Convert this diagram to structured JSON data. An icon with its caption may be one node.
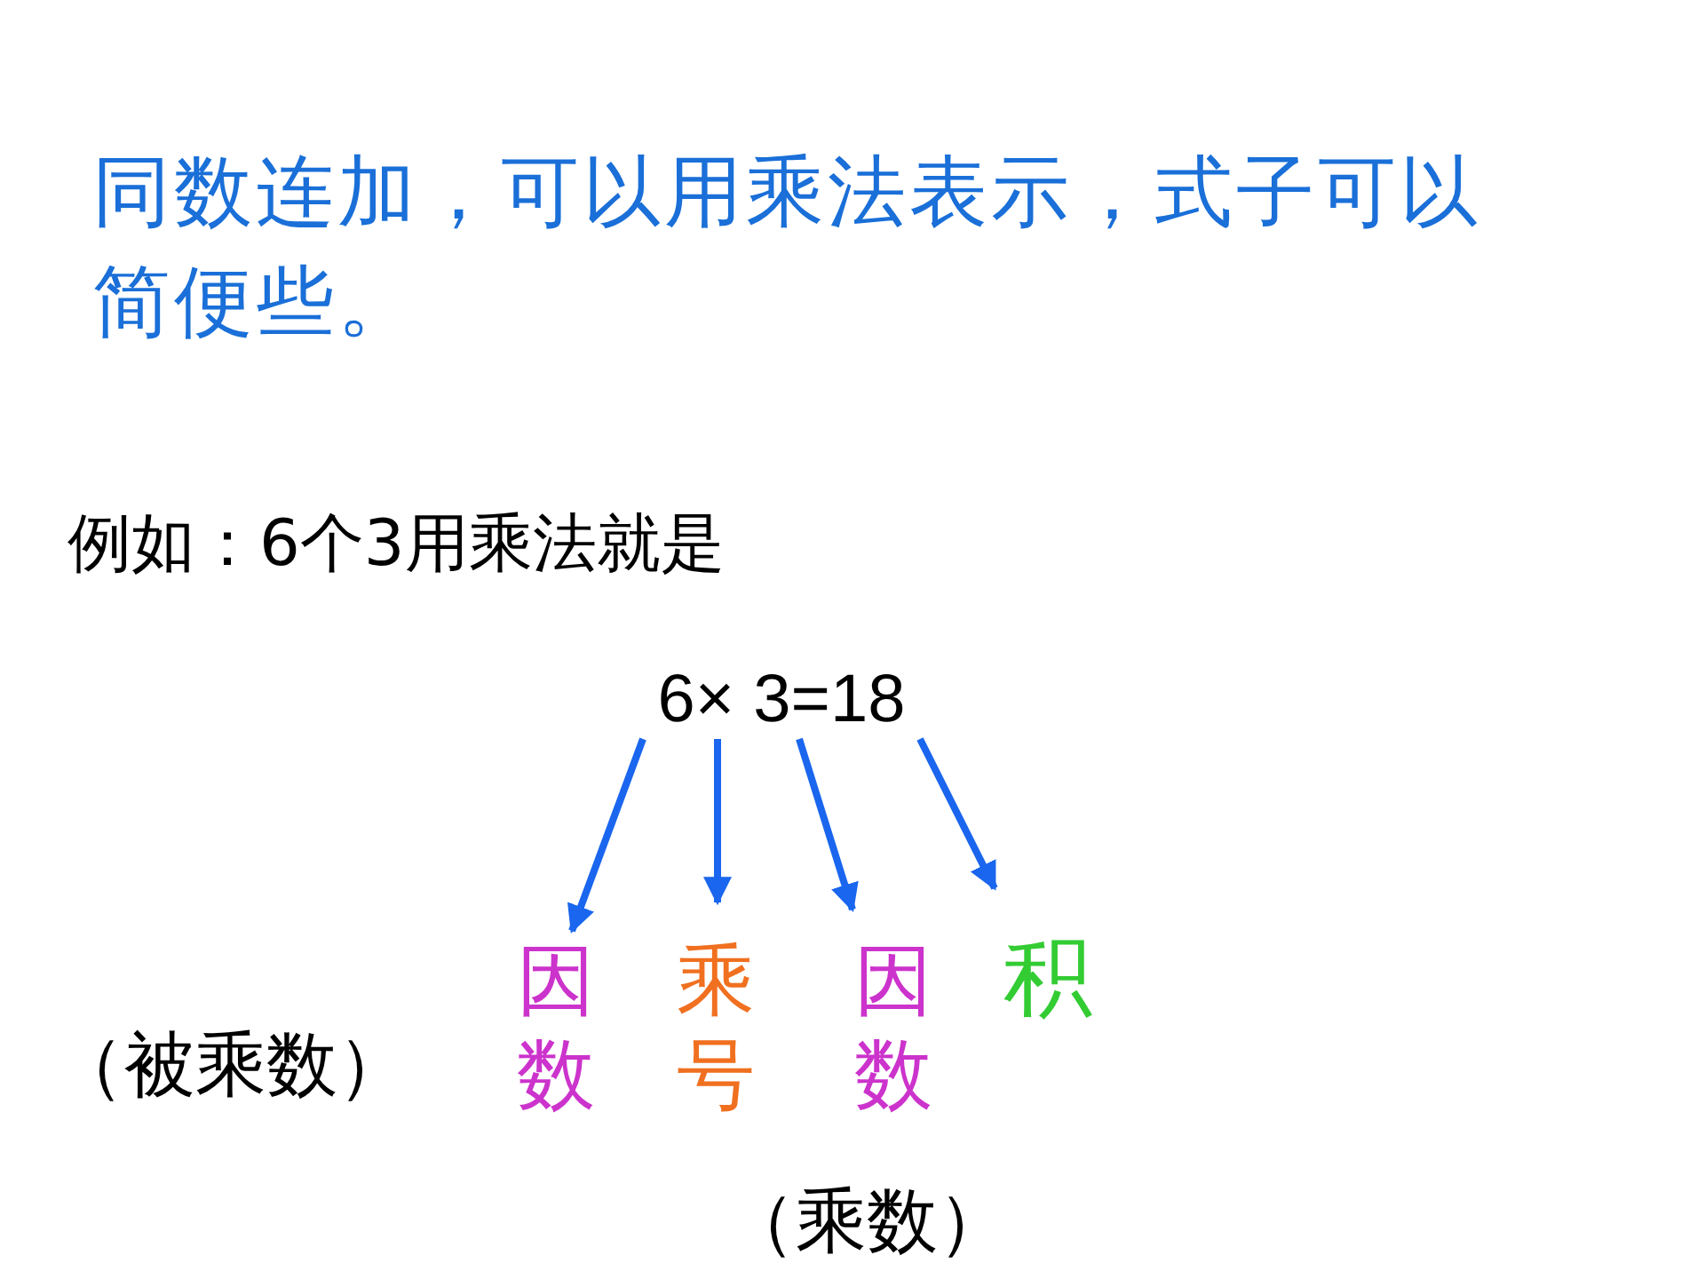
{
  "diagram": {
    "title": "同数连加，可以用乘法表示，式子可以简便些。",
    "nodes": [
      {
        "text": [
          "6× 3=18"
        ]
      },
      {
        "text": [
          "因数"
        ],
        "beside": [
          "（被乘数）"
        ]
      },
      {
        "text": [
          "乘号"
        ]
      },
      {
        "text": [
          "因数"
        ],
        "beside": [
          "（乘数）"
        ]
      },
      {
        "text": [
          "积"
        ]
      }
    ],
    "edges": [
      {
        "from": 0,
        "to": 1,
        "arrow": "to"
      },
      {
        "from": 0,
        "to": 2,
        "arrow": "to"
      },
      {
        "from": 0,
        "to": 3,
        "arrow": "to"
      },
      {
        "from": 0,
        "to": 4,
        "arrow": "to"
      }
    ],
    "labels": [
      "例如：6个3用乘法就是"
    ]
  }
}
